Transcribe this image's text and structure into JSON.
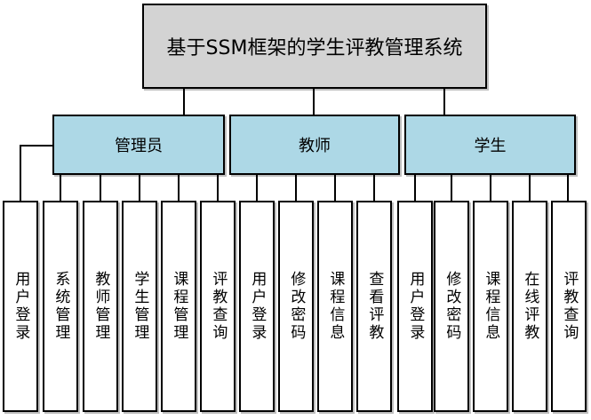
{
  "diagram": {
    "title": "基于SSM框架的学生评教管理系统",
    "branches": [
      {
        "label": "管理员",
        "children": [
          "用户登录",
          "系统管理",
          "教师管理",
          "学生管理",
          "课程管理",
          "评教查询"
        ]
      },
      {
        "label": "教师",
        "children": [
          "用户登录",
          "修改密码",
          "课程信息",
          "查看评教"
        ]
      },
      {
        "label": "学生",
        "children": [
          "用户登录",
          "修改密码",
          "课程信息",
          "在线评教",
          "评教查询"
        ]
      }
    ],
    "colors": {
      "root_fill": "#d3d3d3",
      "branch_fill": "#add8e6",
      "leaf_fill": "#ffffff",
      "line": "#000000",
      "background": "#ffffff"
    }
  }
}
